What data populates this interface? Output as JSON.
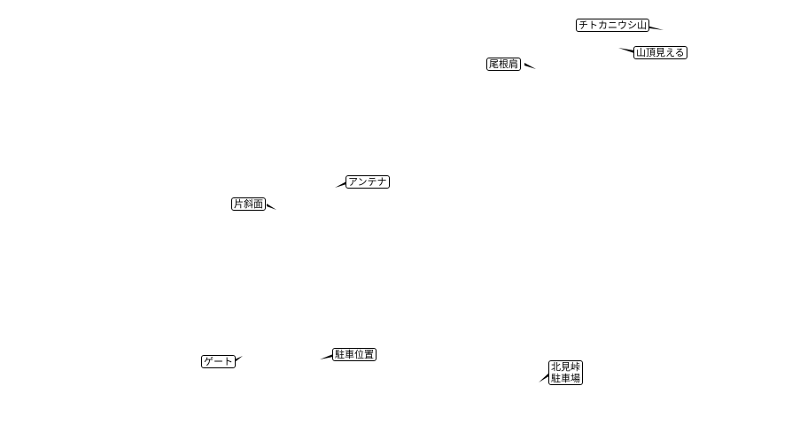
{
  "colors": {
    "background": "#ffffff",
    "label_border": "#000000",
    "label_text": "#000000",
    "leader_line": "#000000"
  },
  "labels": [
    {
      "id": "chitokaniushi",
      "text": "チトカニウシ山"
    },
    {
      "id": "sancho-mieru",
      "text": "山頂見える"
    },
    {
      "id": "one-kata",
      "text": "尾根肩"
    },
    {
      "id": "antenna",
      "text": "アンテナ"
    },
    {
      "id": "kata-shamen",
      "text": "片斜面"
    },
    {
      "id": "gate",
      "text": "ゲート"
    },
    {
      "id": "chusha-ichi",
      "text": "駐車位置"
    },
    {
      "id": "kitami-toge",
      "lines": [
        "北見峠",
        "駐車場"
      ]
    }
  ]
}
